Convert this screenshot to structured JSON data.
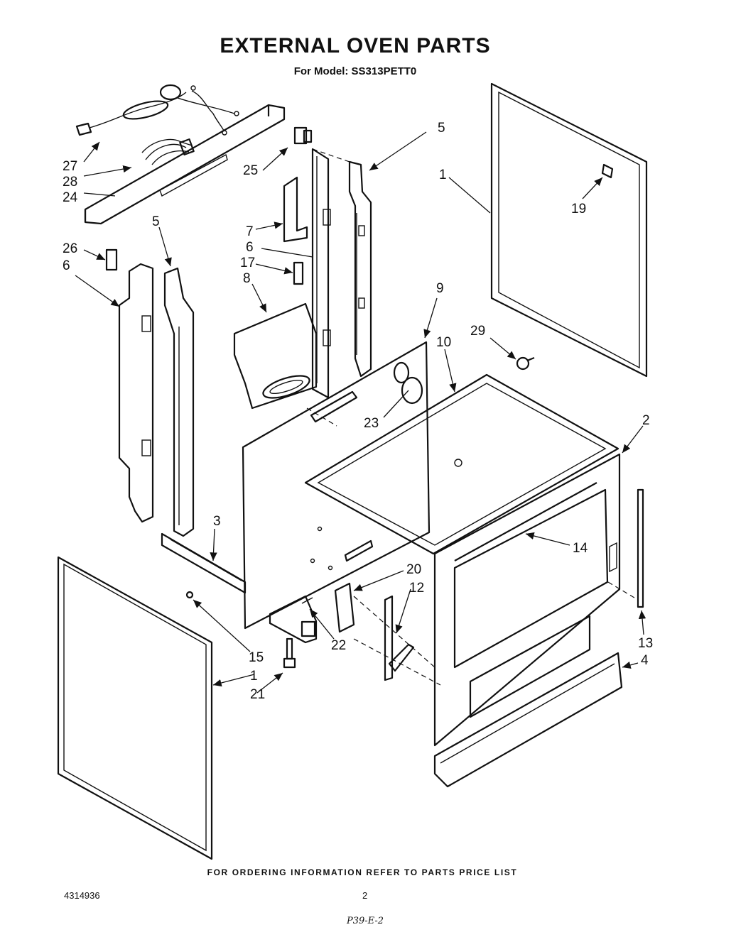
{
  "header": {
    "title": "EXTERNAL OVEN PARTS",
    "model_line": "For Model: SS313PETT0"
  },
  "callouts": [
    "27",
    "28",
    "24",
    "25",
    "5",
    "1",
    "19",
    "5",
    "26",
    "6",
    "7",
    "6",
    "17",
    "8",
    "9",
    "10",
    "29",
    "2",
    "23",
    "3",
    "14",
    "20",
    "12",
    "22",
    "15",
    "1",
    "21",
    "13",
    "4"
  ],
  "footer": {
    "note": "FOR ORDERING INFORMATION REFER TO PARTS PRICE LIST",
    "doc_number": "4314936",
    "page_number": "2",
    "handwritten": "P39-E-2"
  }
}
